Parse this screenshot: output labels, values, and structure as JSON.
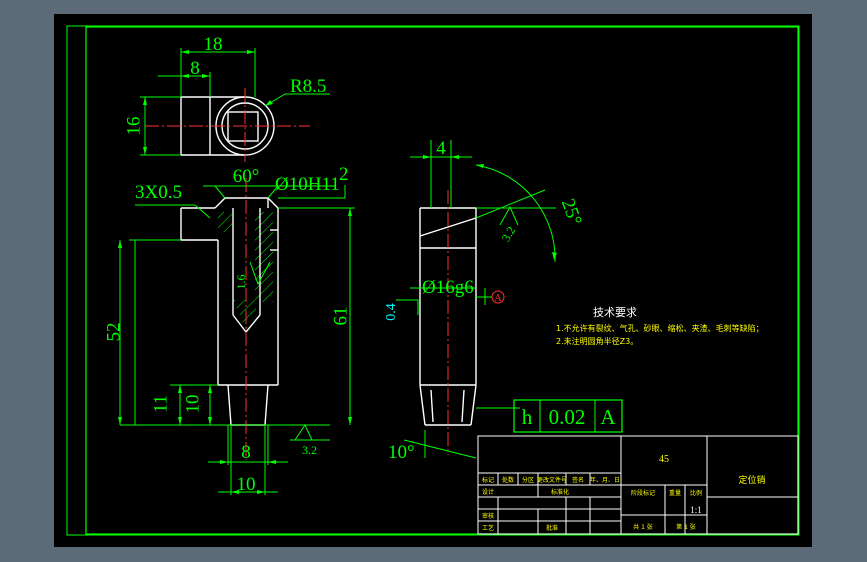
{
  "colors": {
    "viewport_bg": "#5d6a78",
    "sheet": "#000000",
    "frame": "#00ff00",
    "part_outline": "#ffffff",
    "centerline": "#ff3030",
    "dimension": "#00ff00",
    "hatch": "#00ff00",
    "note_title": "#ffffff",
    "note_text": "#ffff00",
    "title_block_text": "#ffff00",
    "datum_marker": "#ff3030"
  },
  "dimensions": {
    "top_width": "18",
    "top_inner": "8",
    "radius": "R8.5",
    "side_height": "16",
    "chamfer_angle": "60°",
    "bore": "Ø10H11",
    "step": "2",
    "chamfer": "3X0.5",
    "total_length_left": "52",
    "total_length_right": "61",
    "bottom_11": "11",
    "bottom_10": "10",
    "bottom_width_8": "8",
    "bottom_width_10": "10",
    "roughness_inner": "1.6",
    "roughness_bottom": "3.2",
    "width_4": "4",
    "angle_25": "25°",
    "roughness_face": "3.2",
    "shaft_fit": "Ø16g6",
    "roughness_shaft": "0.4",
    "angle_10": "10°"
  },
  "datum": {
    "label": "A"
  },
  "tolerance_frame": {
    "symbol": "h",
    "value": "0.02",
    "datum": "A"
  },
  "notes": {
    "title": "技术要求",
    "line1": "1.不允许有裂纹、气孔、砂眼、缩松、夹渣、毛刺等缺陷；",
    "line2": "2.未注明圆角半径Z3。"
  },
  "title_block": {
    "material": "45",
    "part_name": "定位销",
    "scale": "1:1",
    "headers": [
      "标记",
      "处数",
      "分区",
      "更改文件号",
      "签名",
      "年、月、日"
    ],
    "designer": "设计",
    "standardization": "标准化",
    "reviewer": "审核",
    "process": "工艺",
    "approve": "批准",
    "stage_mark": "阶段标记",
    "weight": "重量",
    "scale_label": "比例",
    "total_sheets": "共 1 张",
    "sheet_no": "第 1 张"
  }
}
